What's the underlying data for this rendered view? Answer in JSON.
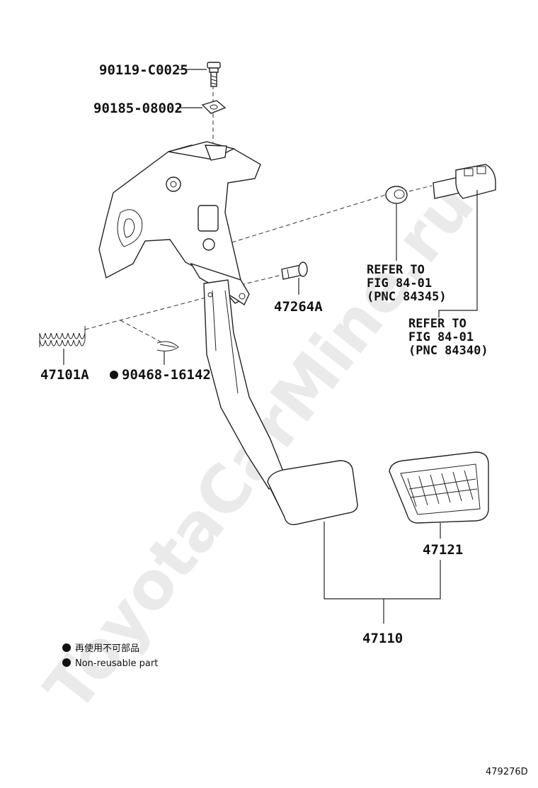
{
  "watermark": "ToyotaCarMine.ru",
  "figure_id": "479276D",
  "labels": {
    "bolt": "90119-C0025",
    "nut": "90185-08002",
    "pin": "47264A",
    "spring": "47101A",
    "clip": "90468-16142",
    "pad": "47121",
    "pedal_assy": "47110"
  },
  "refer_1": {
    "line1": "REFER TO",
    "line2": "FIG 84-01",
    "line3": "(PNC 84345)"
  },
  "refer_2": {
    "line1": "REFER TO",
    "line2": "FIG 84-01",
    "line3": "(PNC 84340)"
  },
  "legend": {
    "japanese": "再使用不可部品",
    "english": "Non-reusable part"
  }
}
